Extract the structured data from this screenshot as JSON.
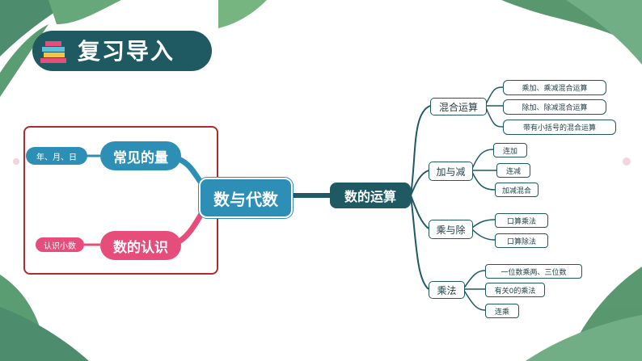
{
  "title": "复习导入",
  "center": "数与代数",
  "left_top": {
    "label": "常见的量",
    "leaf": "年、月、日"
  },
  "left_bottom": {
    "label": "数的认识",
    "leaf": "认识小数"
  },
  "right_main": "数的运算",
  "branches": [
    {
      "label": "混合运算",
      "items": [
        "乘加、乘减混合运算",
        "除加、除减混合运算",
        "带有小括号的混合运算"
      ]
    },
    {
      "label": "加与减",
      "items": [
        "连加",
        "连减",
        "加减混合"
      ]
    },
    {
      "label": "乘与除",
      "items": [
        "口算乘法",
        "口算除法"
      ]
    },
    {
      "label": "乘法",
      "items": [
        "一位数乘两、三位数",
        "有关0的乘法",
        "连乘"
      ]
    }
  ],
  "colors": {
    "teal": "#2d8fb5",
    "pink": "#e64d7a",
    "dark": "#1f5a63",
    "border": "#b12a2f"
  }
}
